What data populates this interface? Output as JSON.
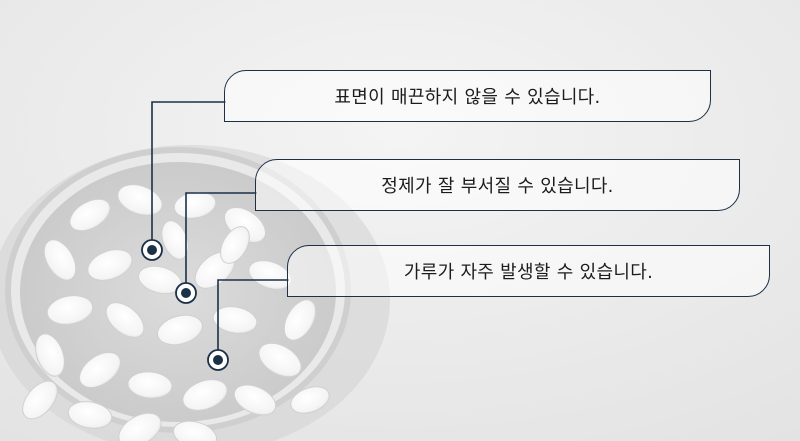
{
  "callouts": [
    {
      "text": "표면이 매끈하지 않을 수 있습니다."
    },
    {
      "text": "정제가 잘 부서질 수 있습니다."
    },
    {
      "text": "가루가 자주 발생할 수 있습니다."
    }
  ],
  "colors": {
    "line": "#1c3046",
    "background": "#eeeeee"
  }
}
